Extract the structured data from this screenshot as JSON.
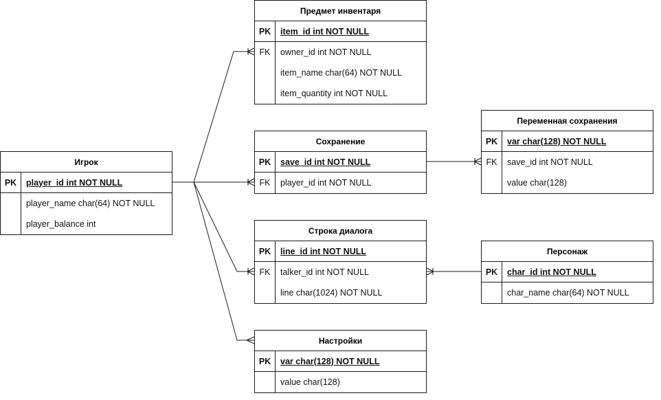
{
  "tables": [
    {
      "id": "igrok",
      "title": "Игрок",
      "rows": [
        {
          "key": "PK",
          "field": "player_id int NOT NULL",
          "pk": true
        },
        {
          "key": "",
          "field": "player_name char(64) NOT NULL",
          "pk": false
        },
        {
          "key": "",
          "field": "player_balance int",
          "pk": false
        }
      ]
    },
    {
      "id": "inventory",
      "title": "Предмет инвентаря",
      "rows": [
        {
          "key": "PK",
          "field": "item_id int NOT NULL",
          "pk": true
        },
        {
          "key": "FK",
          "field": "owner_id int NOT NULL",
          "pk": false
        },
        {
          "key": "",
          "field": "item_name char(64) NOT NULL",
          "pk": false
        },
        {
          "key": "",
          "field": "item_quantity int NOT NULL",
          "pk": false
        }
      ]
    },
    {
      "id": "save",
      "title": "Сохранение",
      "rows": [
        {
          "key": "PK",
          "field": "save_id int NOT NULL",
          "pk": true
        },
        {
          "key": "FK",
          "field": "player_id int NOT NULL",
          "pk": false
        }
      ]
    },
    {
      "id": "savevar",
      "title": "Переменная сохранения",
      "rows": [
        {
          "key": "PK",
          "field": "var char(128) NOT NULL",
          "pk": true
        },
        {
          "key": "FK",
          "field": "save_id int NOT NULL",
          "pk": false
        },
        {
          "key": "",
          "field": "value char(128)",
          "pk": false
        }
      ]
    },
    {
      "id": "dialog",
      "title": "Строка диалога",
      "rows": [
        {
          "key": "PK",
          "field": "line_id int NOT NULL",
          "pk": true
        },
        {
          "key": "FK",
          "field": "talker_id int NOT NULL",
          "pk": false
        },
        {
          "key": "",
          "field": "line char(1024) NOT NULL",
          "pk": false
        }
      ]
    },
    {
      "id": "character",
      "title": "Персонаж",
      "rows": [
        {
          "key": "PK",
          "field": "char_id int NOT NULL",
          "pk": true
        },
        {
          "key": "",
          "field": "char_name char(64) NOT NULL",
          "pk": false
        }
      ]
    },
    {
      "id": "settings",
      "title": "Настройки",
      "rows": [
        {
          "key": "PK",
          "field": "var char(128) NOT NULL",
          "pk": true
        },
        {
          "key": "",
          "field": "value char(128)",
          "pk": false
        }
      ]
    }
  ]
}
